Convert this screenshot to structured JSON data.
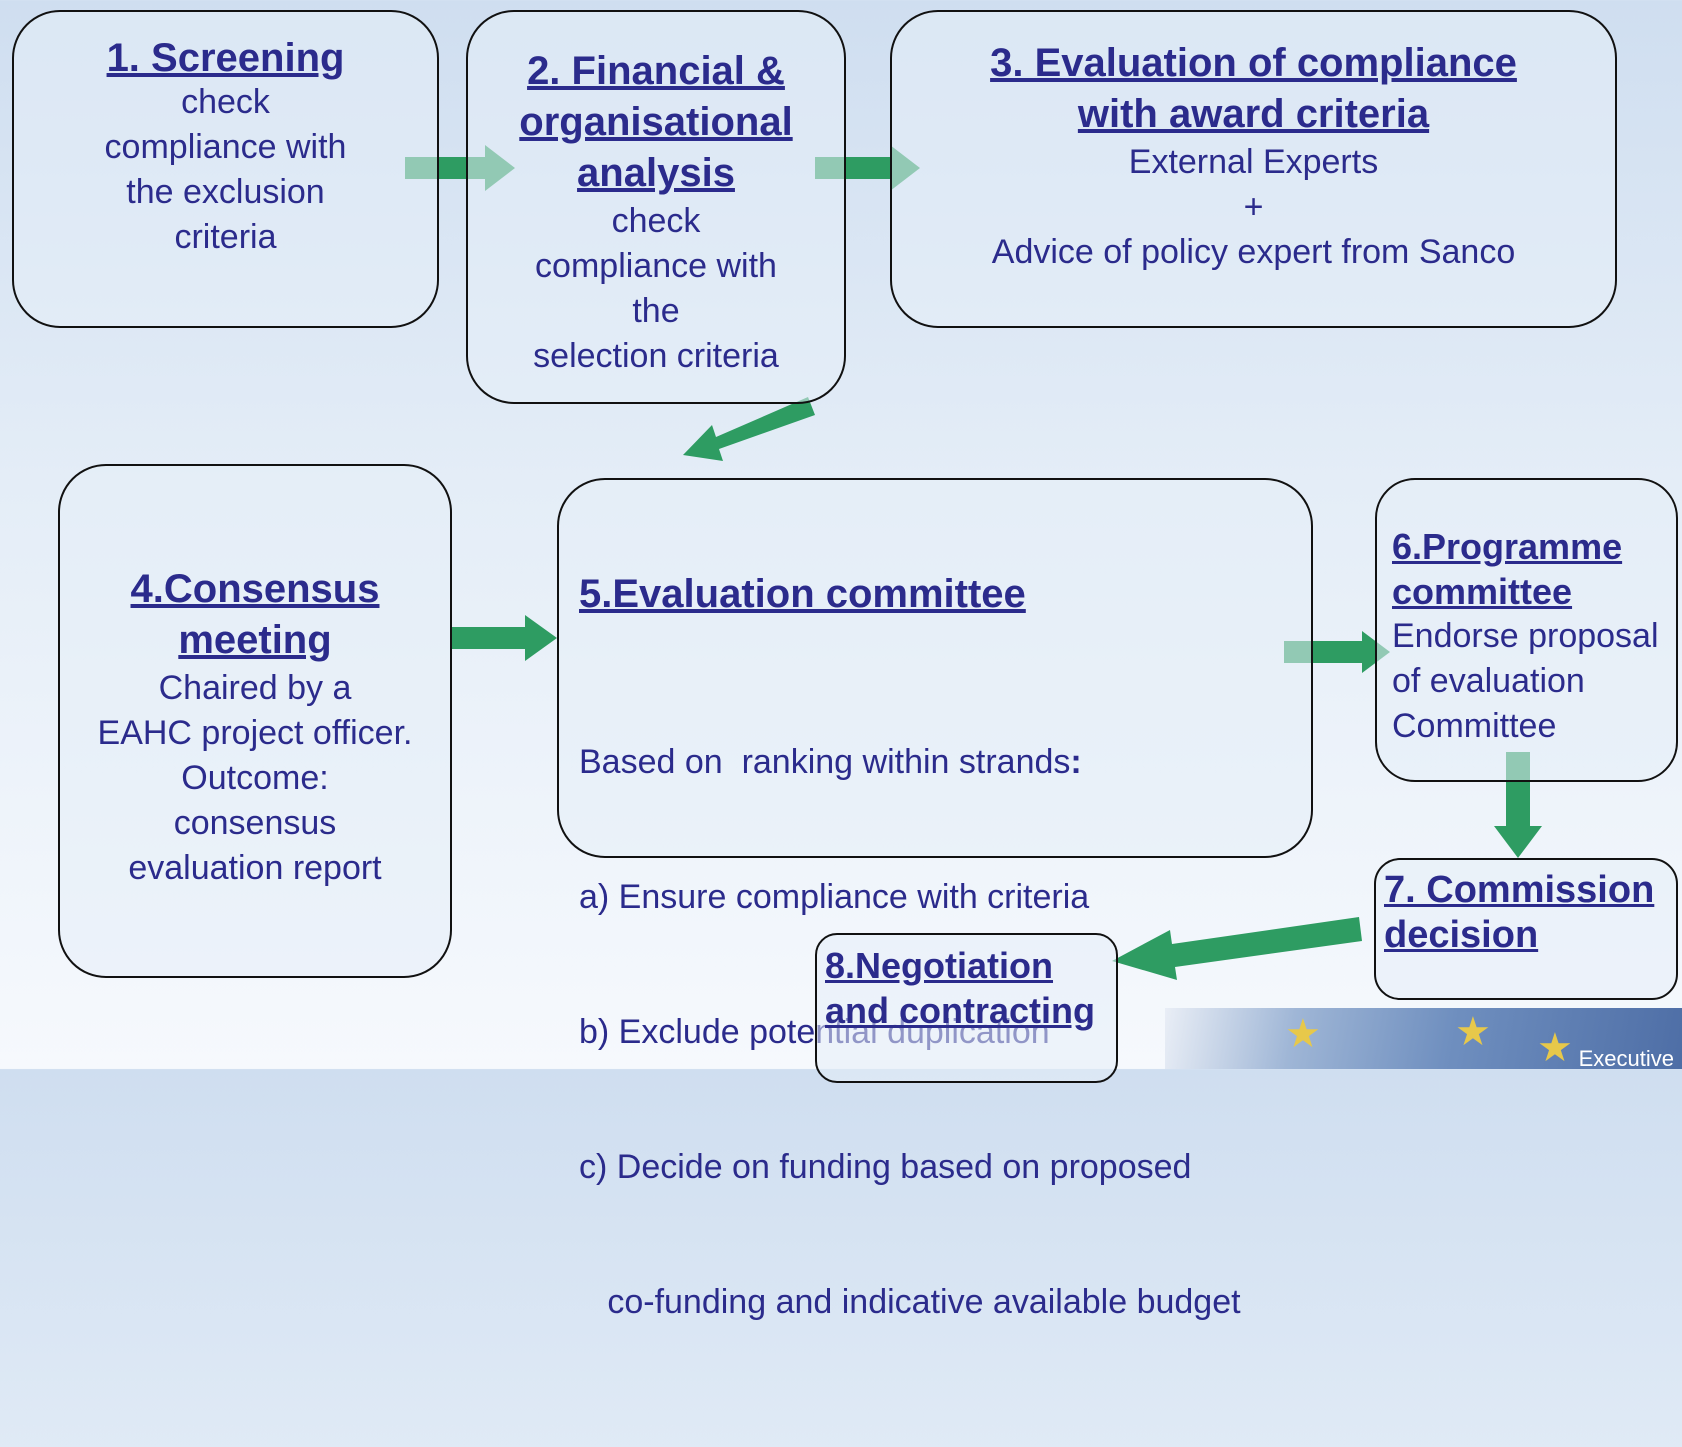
{
  "steps": {
    "screening": {
      "title": "1. Screening",
      "lines": [
        "check",
        "compliance with",
        "the exclusion",
        "criteria"
      ]
    },
    "financial": {
      "title_lines": [
        "2. Financial &",
        "organisational",
        "analysis"
      ],
      "lines": [
        "check",
        "compliance with",
        "the",
        "selection criteria"
      ]
    },
    "evaluation": {
      "title_lines": [
        "3. Evaluation of compliance",
        "with award criteria"
      ],
      "lines": [
        "External Experts",
        "+",
        "Advice of policy expert from Sanco"
      ]
    },
    "consensus": {
      "title_lines": [
        "4.Consensus",
        "meeting"
      ],
      "lines": [
        "Chaired by a",
        "EAHC project  officer.",
        "Outcome:",
        "consensus",
        "evaluation report"
      ]
    },
    "committee": {
      "title": "5.Evaluation committee",
      "intro": "Based on  ranking within strands",
      "intro_colon": ":",
      "lines": [
        "a) Ensure compliance with criteria",
        "b) Exclude potential duplication",
        "c) Decide on funding based on proposed",
        "   co-funding and indicative available budget"
      ]
    },
    "programme": {
      "title_lines": [
        "6.Programme",
        "committee"
      ],
      "lines": [
        "Endorse proposal",
        "of evaluation",
        "Committee"
      ]
    },
    "commission": {
      "title_lines": [
        "7. Commission",
        "decision"
      ]
    },
    "negotiation": {
      "title_lines": [
        "8.Negotiation",
        "and contracting"
      ]
    }
  },
  "footer": {
    "agency_label": "Executive"
  },
  "colors": {
    "arrow": "#2e9c62",
    "text": "#2b2b8c",
    "border": "#111111"
  }
}
